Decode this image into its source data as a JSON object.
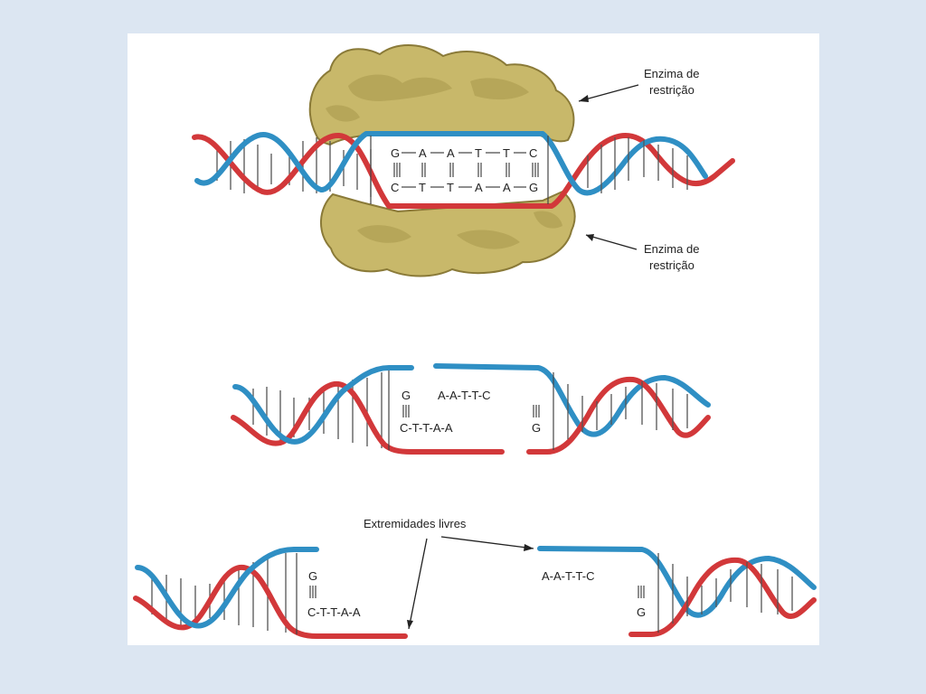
{
  "diagram": {
    "enzyme_label_top": [
      "Enzima de",
      "restrição"
    ],
    "enzyme_label_bottom": [
      "Enzima de",
      "restrição"
    ],
    "free_ends_label": "Extremidades livres",
    "recognition_site": {
      "top_bases": [
        "G",
        "A",
        "A",
        "T",
        "T",
        "C"
      ],
      "bottom_bases": [
        "C",
        "T",
        "T",
        "A",
        "A",
        "G"
      ]
    },
    "cut_middle": {
      "left_top": "G",
      "left_bottom": "C-T-T-A-A",
      "right_top": "A-A-T-T-C",
      "right_bottom": "G"
    },
    "free_ends": {
      "left_top": "G",
      "left_bottom": "C-T-T-A-A",
      "right_top": "A-A-T-T-C",
      "right_bottom": "G"
    },
    "colors": {
      "strand_blue": "#2f8fc4",
      "strand_red": "#d2383a",
      "enzyme": "#c8b86a"
    }
  }
}
